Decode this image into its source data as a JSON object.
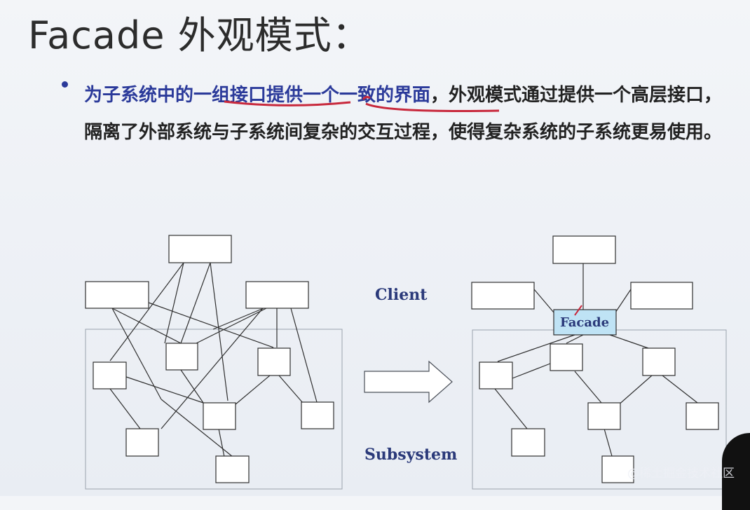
{
  "slide": {
    "title": "Facade 外观模式：",
    "bullet": {
      "highlight": "为子系统中的一组接口提供一个一致的界面",
      "rest": "，外观模式通过提供一个高层接口，隔离了外部系统与子系统间复杂的交互过程，使得复杂系统的子系统更易使用。"
    },
    "diagram": {
      "client_label": "Client",
      "subsystem_label": "Subsystem",
      "facade_label": "Facade"
    },
    "watermark": "@稀土掘金技术社区"
  },
  "colors": {
    "accent_blue": "#2b3a9a",
    "underline_red": "#c8283c",
    "facade_fill": "#bfe3f5"
  },
  "icons": [
    "bullet-dot",
    "right-arrow-icon"
  ]
}
